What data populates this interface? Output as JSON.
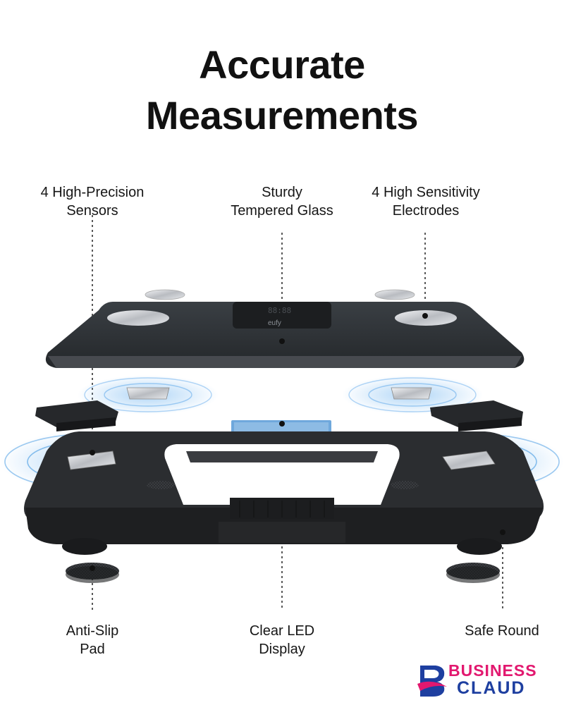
{
  "title": {
    "line1": "Accurate",
    "line2": "Measurements"
  },
  "callouts": {
    "sensors": {
      "line1": "4 High-Precision",
      "line2": "Sensors"
    },
    "glass": {
      "line1": "Sturdy",
      "line2": "Tempered Glass"
    },
    "electrodes": {
      "line1": "4 High Sensitivity",
      "line2": "Electrodes"
    },
    "pad": {
      "line1": "Anti-Slip",
      "line2": "Pad"
    },
    "led": {
      "line1": "Clear LED",
      "line2": "Display"
    },
    "corners": {
      "line1": "Safe Round",
      "line2": ""
    }
  },
  "product": {
    "brand_mark": "eufy",
    "display_digits": "88:88"
  },
  "watermark": {
    "word1": "BUSINESS",
    "word2": "CLAUD"
  },
  "colors": {
    "glass": "#2e3236",
    "frame": "#2a2c2f",
    "electrode": "#c9ccd0",
    "wave": "#5aa5e6",
    "led": "#6fa8dc",
    "logo_pink": "#e2186f",
    "logo_blue": "#1e3fa0"
  },
  "icons": {
    "logo": "business-claud-logo-icon"
  }
}
